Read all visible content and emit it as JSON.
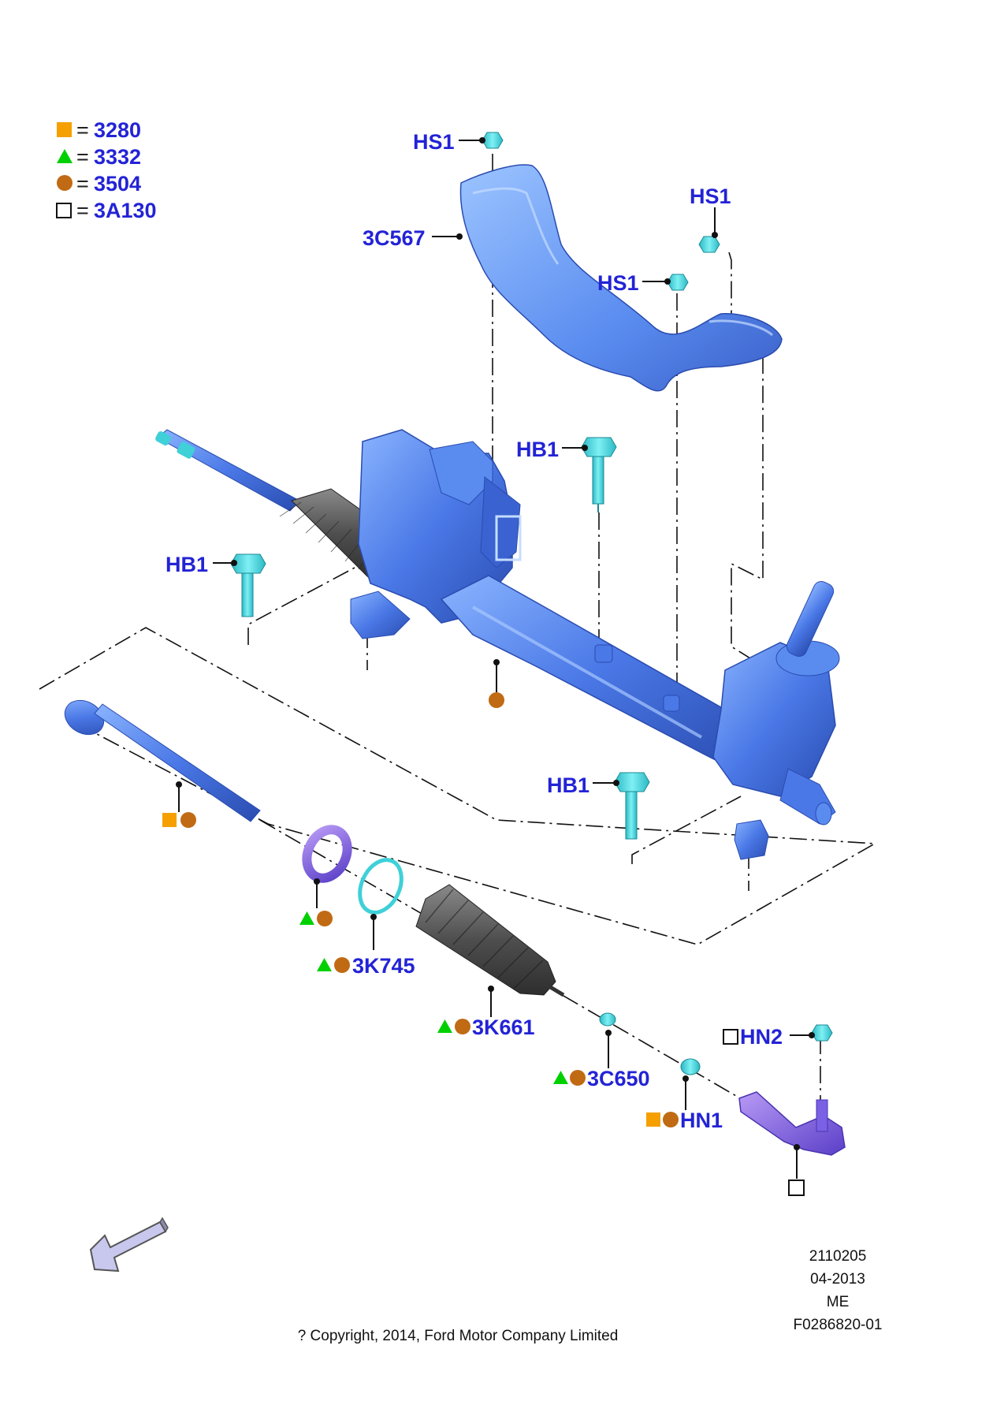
{
  "colors": {
    "label_blue": "#2323d6",
    "square_orange": "#f5a000",
    "triangle_green": "#00d000",
    "circle_brown": "#c06a14",
    "part_blue": "#4a78e6",
    "part_cyan": "#3fd0d8",
    "boot_gray": "#555555",
    "clamp_purple": "#9a6ee0",
    "tie_rod_end_purple": "#6a55e0"
  },
  "legend": [
    {
      "symbol": "square",
      "icon": "square-icon",
      "text": "3280"
    },
    {
      "symbol": "triangle",
      "icon": "triangle-icon",
      "text": "3332"
    },
    {
      "symbol": "circle",
      "icon": "circle-icon",
      "text": "3504"
    },
    {
      "symbol": "open-square",
      "icon": "open-square-icon",
      "text": "3A130"
    }
  ],
  "legend_eq": "=",
  "labels": {
    "hs1_top": "HS1",
    "hs1_right": "HS1",
    "hs1_mid": "HS1",
    "shield": "3C567",
    "hb1_upper": "HB1",
    "hb1_left": "HB1",
    "hb1_lower": "HB1",
    "clamp_k745": "3K745",
    "boot_k661": "3K661",
    "nut_c650": "3C650",
    "nut_hn1": "HN1",
    "nut_hn2": "HN2"
  },
  "footer": {
    "number": "2110205",
    "date": "04-2013",
    "region": "ME",
    "figure_id": "F0286820-01",
    "copyright": "? Copyright, 2014, Ford Motor Company Limited"
  },
  "icons": {
    "direction_arrow": "arrow-down-left-icon"
  }
}
